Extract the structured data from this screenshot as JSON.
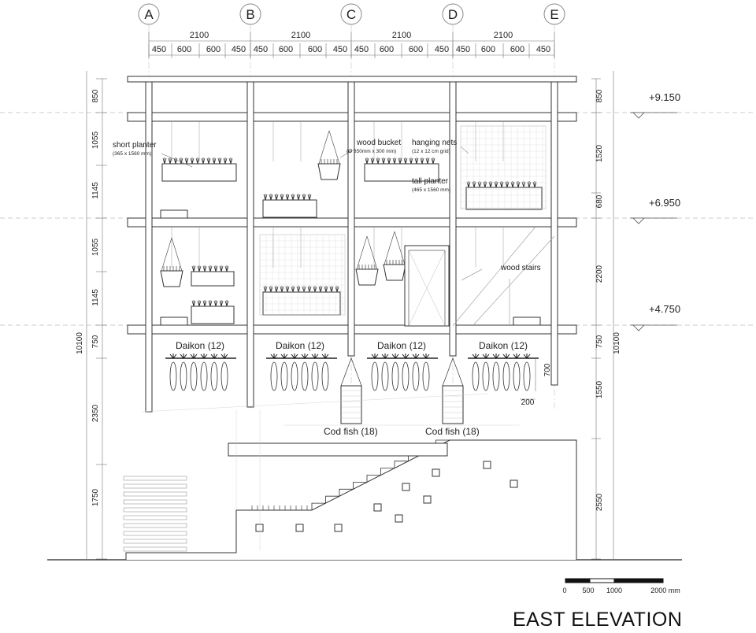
{
  "title": "EAST ELEVATION",
  "grid_letters": [
    "A",
    "B",
    "C",
    "D",
    "E"
  ],
  "bay_spans": [
    "2100",
    "2100",
    "2100",
    "2100"
  ],
  "sub_dims": [
    "450",
    "600",
    "600",
    "450"
  ],
  "levels": [
    "+9.150",
    "+6.950",
    "+4.750"
  ],
  "left_dims": [
    "850",
    "1055",
    "1145",
    "1055",
    "1145",
    "750",
    "2350",
    "1750"
  ],
  "left_overall": "10100",
  "right_dims": [
    "850",
    "1520",
    "680",
    "2200",
    "750",
    "1550",
    "2550"
  ],
  "right_overall": "10100",
  "labels": {
    "short_planter": "short planter",
    "short_planter_size": "(365 x 1560 mm)",
    "wood_bucket": "wood bucket",
    "wood_bucket_size": "(Ø 350mm x 300 mm)",
    "hanging_nets": "hanging nets",
    "hanging_nets_size": "(12 x 12 cm grid)",
    "tall_planter": "tall planter",
    "tall_planter_size": "(465 x 1560 mm)",
    "wood_stairs": "wood stairs",
    "daikon": "Daikon (12)",
    "cod_fish": "Cod fish (18)",
    "dim_700": "700",
    "dim_200": "200"
  },
  "scale_bar": [
    "0",
    "500",
    "1000",
    "2000 mm"
  ]
}
